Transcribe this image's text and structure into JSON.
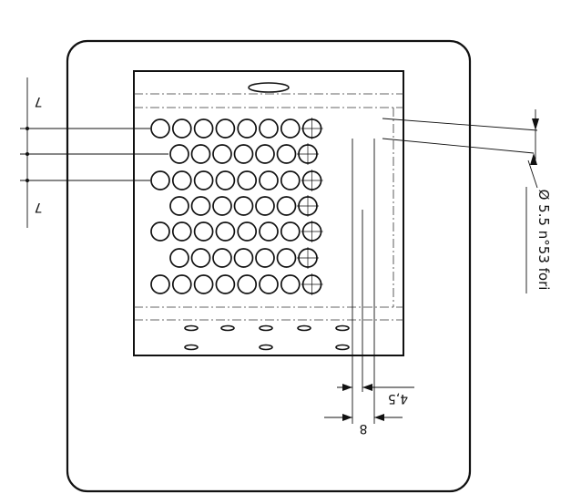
{
  "drawing": {
    "hole_annotation": "Ø 5.5 n°53 fori",
    "dim_pitch_top": "7",
    "dim_pitch_bottom": "7",
    "dim_offset": "4,5",
    "dim_pitch_horizontal": "8"
  },
  "colors": {
    "line": "#111111",
    "background": "#ffffff"
  }
}
